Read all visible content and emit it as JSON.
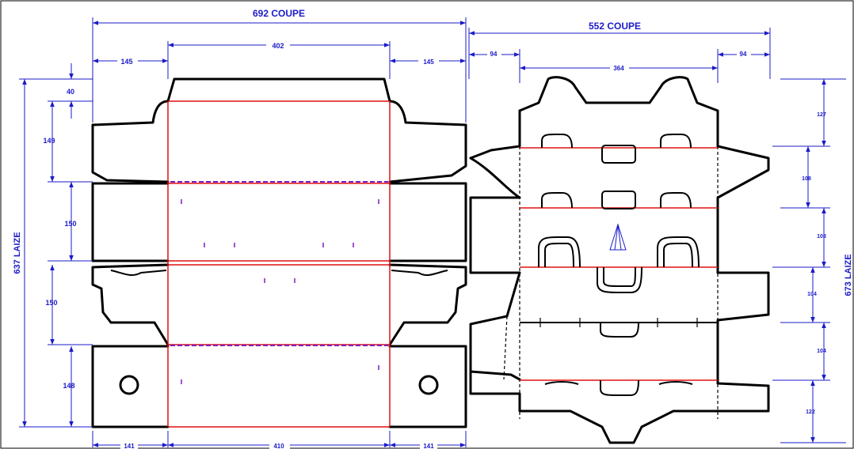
{
  "dimensions": {
    "left_width_total": "692  COUPE",
    "right_width_total": "552 COUPE",
    "left_flap_top": "145",
    "left_panel_top": "402",
    "right_flap_top": "145",
    "r_left_flap": "94",
    "r_center": "364",
    "r_right_flap": "94",
    "left_height_total": "637  LAIZE",
    "right_height_total": "673  LAIZE",
    "h_40": "40",
    "h_149": "149",
    "h_150a": "150",
    "h_150b": "150",
    "h_148": "148",
    "r_127": "127",
    "r_108a": "108",
    "r_108b": "108",
    "r_104a": "104",
    "r_104b": "104",
    "r_122": "122",
    "bottom_141a": "141",
    "bottom_410": "410",
    "bottom_141b": "141"
  },
  "colors": {
    "dimension": "#1b1bc8",
    "cut_line": "#000000",
    "crease_line": "#e01010",
    "perforation": "#7a1fc0"
  }
}
